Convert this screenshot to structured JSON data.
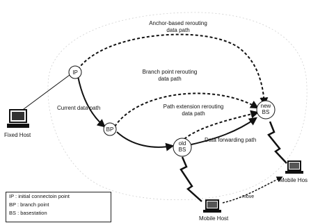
{
  "nodes": {
    "ip": "IP",
    "bp": "BP",
    "old_bs": [
      "old",
      "BS"
    ],
    "new_bs": [
      "new",
      "BS"
    ]
  },
  "hosts": {
    "fixed": "Fixed Host",
    "mobile_bottom": "Mobile Host",
    "mobile_right": "Mobile Hos"
  },
  "paths": {
    "anchor": [
      "Anchor-based rerouting",
      "data path"
    ],
    "branch": [
      "Branch point rerouting",
      "data path"
    ],
    "current": "Current data path",
    "extension": [
      "Path extension rerouting",
      "data path"
    ],
    "forwarding": "Data forwarding path",
    "move": "move"
  },
  "legend": [
    "IP : initial connectoin point",
    "BP : branch point",
    "BS : basestation"
  ]
}
